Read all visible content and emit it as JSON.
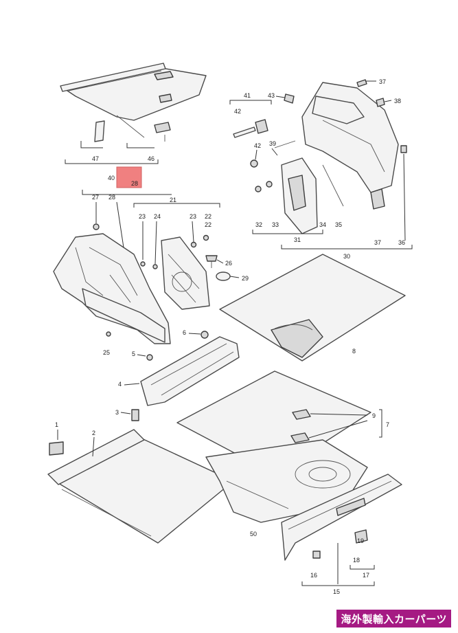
{
  "diagram": {
    "callouts": {
      "c1": "1",
      "c2": "2",
      "c3": "3",
      "c4": "4",
      "c5": "5",
      "c6": "6",
      "c7": "7",
      "c8": "8",
      "c9": "9",
      "c15": "15",
      "c16": "16",
      "c17": "17",
      "c18": "18",
      "c19": "19",
      "c21": "21",
      "c22a": "22",
      "c22b": "22",
      "c23a": "23",
      "c23b": "23",
      "c24": "24",
      "c25": "25",
      "c26": "26",
      "c27": "27",
      "c28": "28",
      "c29": "29",
      "c30": "30",
      "c31": "31",
      "c32": "32",
      "c33": "33",
      "c34": "34",
      "c35": "35",
      "c36": "36",
      "c37a": "37",
      "c37b": "37",
      "c38": "38",
      "c39": "39",
      "c40": "40",
      "c41": "41",
      "c42a": "42",
      "c42b": "42",
      "c43": "43",
      "c46": "46",
      "c47": "47",
      "c50": "50"
    },
    "highlight_color": "#f08080"
  },
  "badge": {
    "text": "海外製輸入カーパーツ",
    "color": "#a51a83"
  }
}
